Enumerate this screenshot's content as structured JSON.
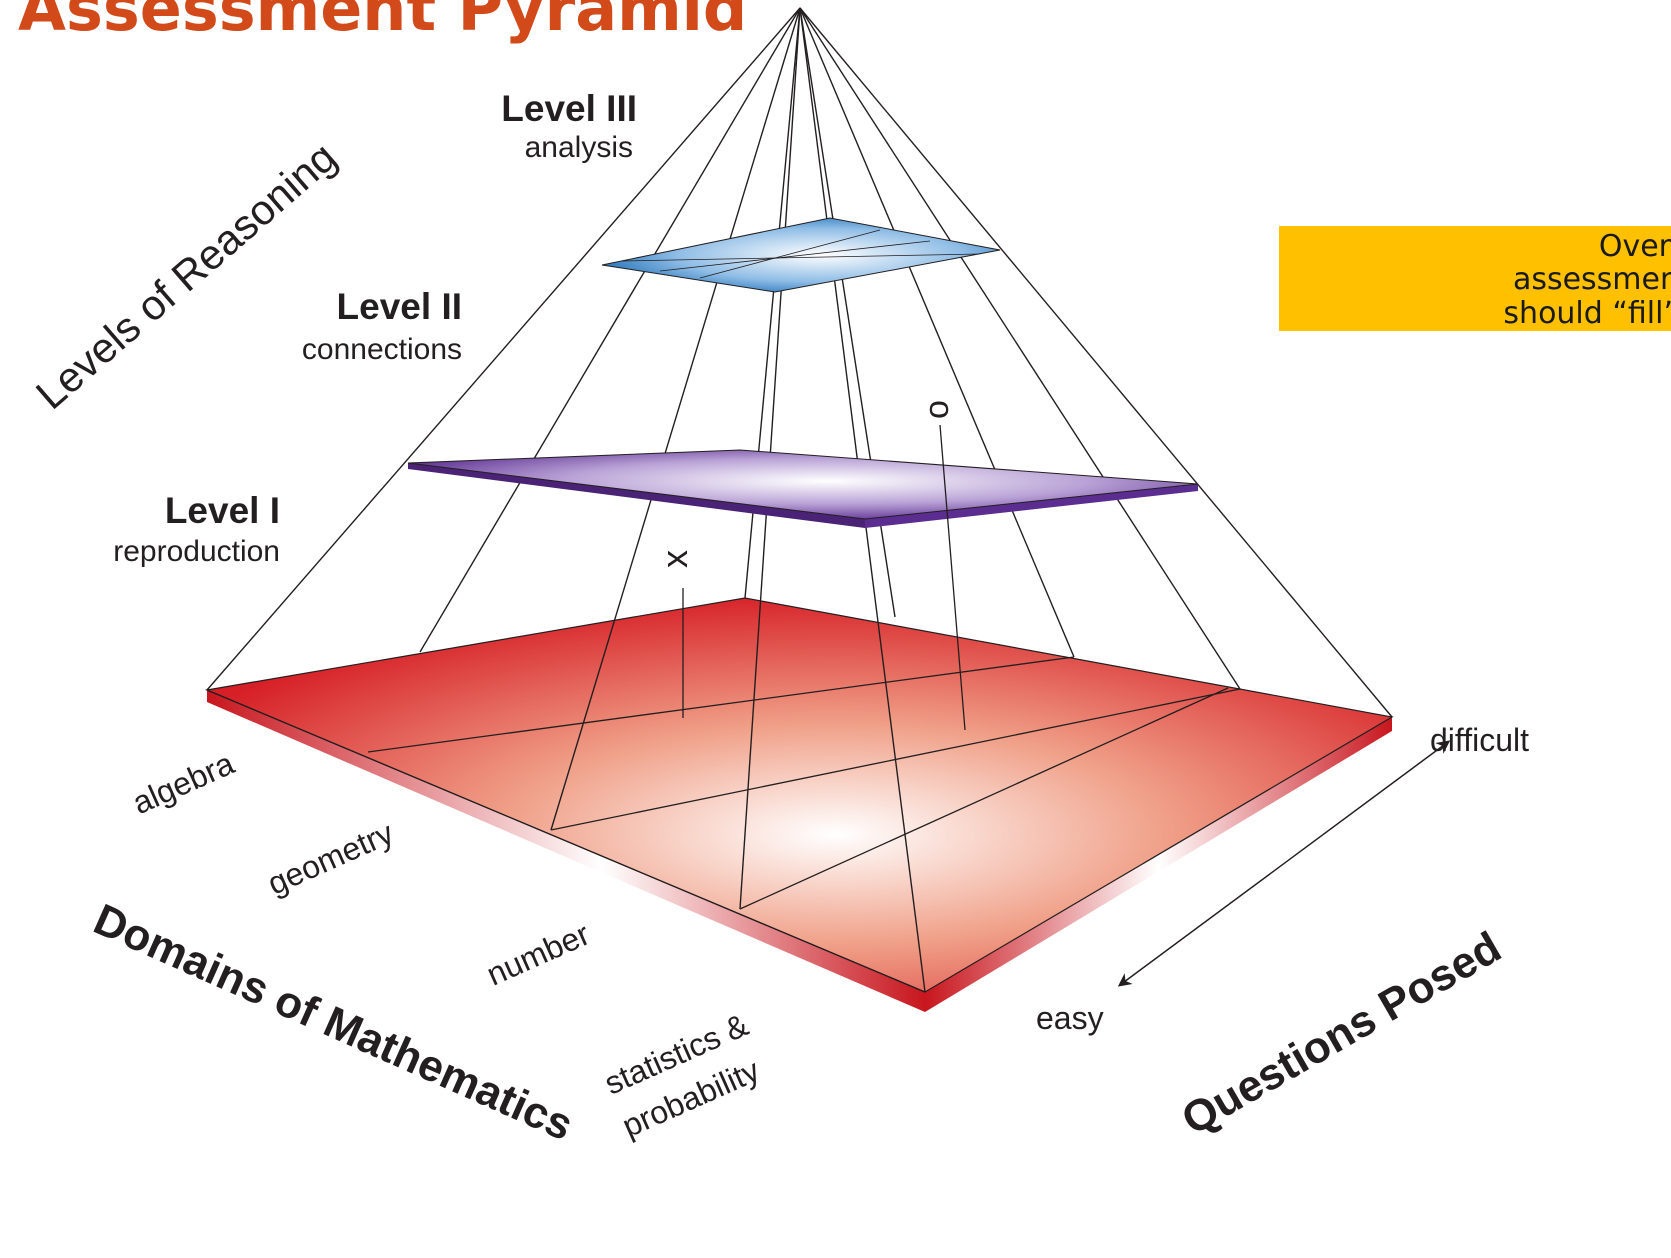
{
  "title": "Assessment Pyramid",
  "callout": {
    "lines": [
      "Over",
      "assessmen",
      "should “fill”"
    ]
  },
  "levels": [
    {
      "title": "Level III",
      "subtitle": "analysis"
    },
    {
      "title": "Level II",
      "subtitle": "connections"
    },
    {
      "title": "Level I",
      "subtitle": "reproduction"
    }
  ],
  "axes": {
    "reasoning": "Levels of Reasoning",
    "domains": "Domains of Mathematics",
    "questions": "Questions Posed",
    "difficult": "difficult",
    "easy": "easy"
  },
  "domains": [
    "algebra",
    "geometry",
    "number",
    "statistics &",
    "probability"
  ],
  "markers": [
    "x",
    "o"
  ],
  "colors": {
    "title": "#d24a1a",
    "callout": "#ffc000",
    "base": "#d61f26",
    "level2": "#5b2d90",
    "level3": "#1b6cb5"
  }
}
